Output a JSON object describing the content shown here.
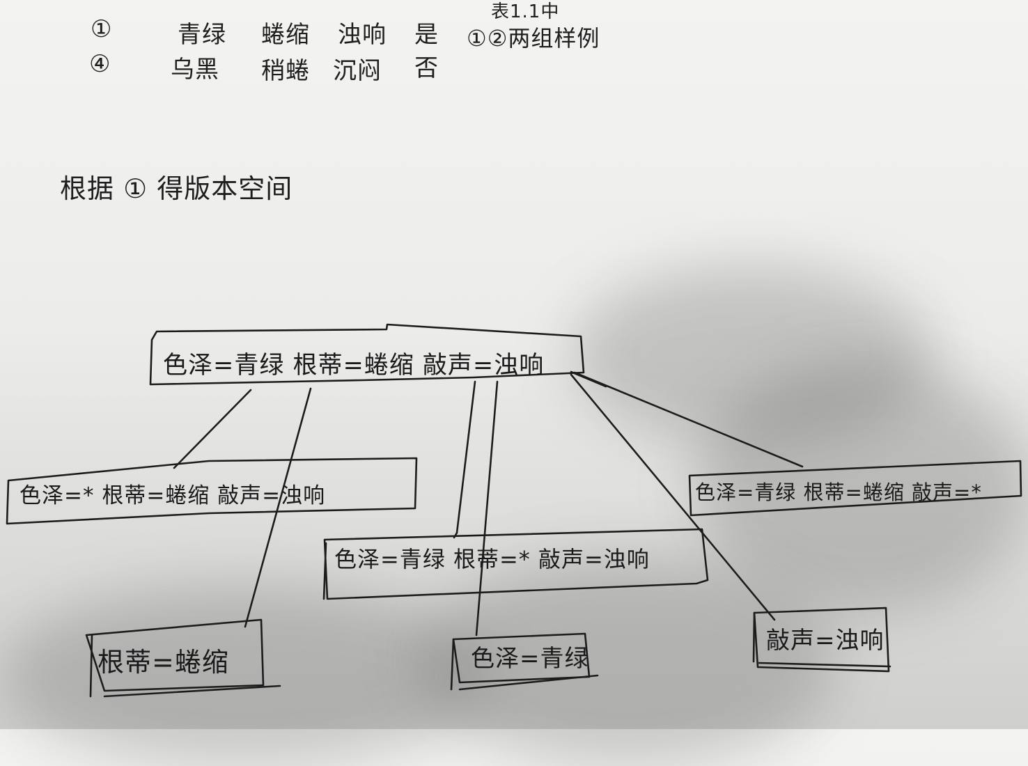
{
  "table": {
    "header_fragment": "表1.1中",
    "rows": [
      {
        "id": "①",
        "color": "青绿",
        "root": "蜷缩",
        "sound": "浊响",
        "good": "是",
        "note": "①②两组样例"
      },
      {
        "id": "④",
        "color": "乌黑",
        "root": "稍蜷",
        "sound": "沉闷",
        "good": "否",
        "note": ""
      }
    ]
  },
  "caption": "根据 ① 得版本空间",
  "tree": {
    "root": {
      "text": "色泽=青绿   根蒂=蜷缩   敲声=浊响"
    },
    "level1": [
      {
        "text": "色泽=*   根蒂=蜷缩   敲声=浊响"
      },
      {
        "text": "色泽=青绿   根蒂=*   敲声=浊响"
      },
      {
        "text": "色泽=青绿   根蒂=蜷缩   敲声=*"
      }
    ],
    "level2": [
      {
        "text": "根蒂=蜷缩"
      },
      {
        "text": "色泽=青绿"
      },
      {
        "text": "敲声=浊响"
      }
    ]
  },
  "colors": {
    "ink": "#1c1c1c",
    "paper": "#efefed"
  }
}
